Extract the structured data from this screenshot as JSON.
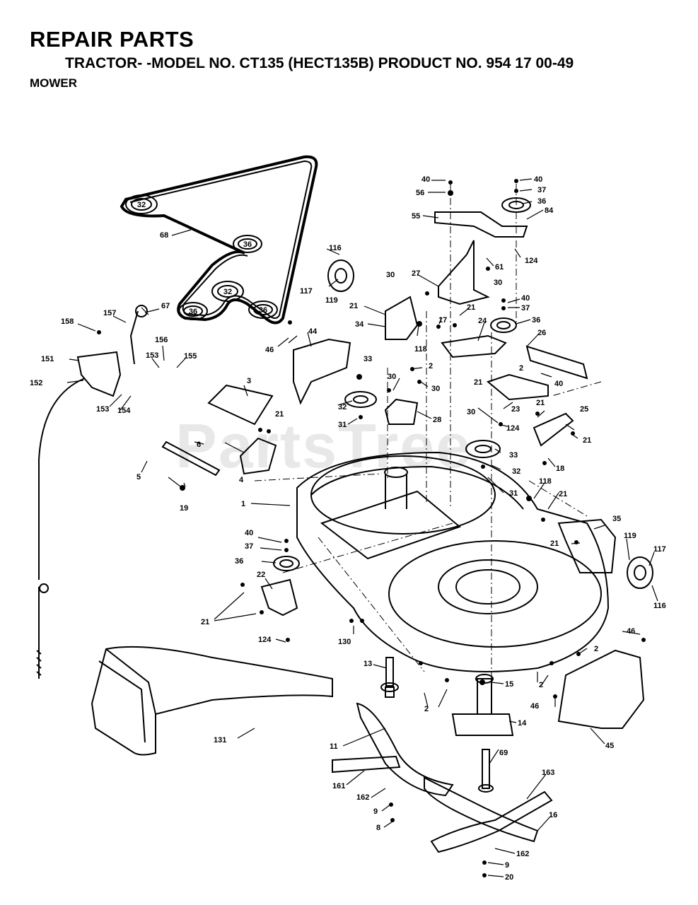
{
  "header": {
    "title": "REPAIR PARTS",
    "subtitle": "TRACTOR- -MODEL NO. CT135 (HECT135B) PRODUCT NO. 954 17 00-49",
    "section": "MOWER"
  },
  "watermark": "PartsTree",
  "belt_pulley_labels": [
    "32",
    "36",
    "32",
    "36",
    "36"
  ],
  "part_numbers": {
    "p1": "1",
    "p2a": "2",
    "p2b": "2",
    "p2c": "2",
    "p2d": "2",
    "p2e": "2",
    "p3": "3",
    "p4": "4",
    "p5": "5",
    "p6": "6",
    "p8": "8",
    "p9a": "9",
    "p9b": "9",
    "p11": "11",
    "p13": "13",
    "p14": "14",
    "p15": "15",
    "p16": "16",
    "p17": "17",
    "p18": "18",
    "p19": "19",
    "p20": "20",
    "p21a": "21",
    "p21b": "21",
    "p21c": "21",
    "p21d": "21",
    "p21e": "21",
    "p21f": "21",
    "p21g": "21",
    "p21h": "21",
    "p22": "22",
    "p23": "23",
    "p24": "24",
    "p25": "25",
    "p26": "26",
    "p27": "27",
    "p28": "28",
    "p30a": "30",
    "p30b": "30",
    "p30c": "30",
    "p30d": "30",
    "p31a": "31",
    "p31b": "31",
    "p32a": "32",
    "p32b": "32",
    "p33a": "33",
    "p33b": "33",
    "p34": "34",
    "p35": "35",
    "p36a": "36",
    "p36b": "36",
    "p36c": "36",
    "p37a": "37",
    "p37b": "37",
    "p37c": "37",
    "p40a": "40",
    "p40b": "40",
    "p40c": "40",
    "p40d": "40",
    "p40e": "40",
    "p44": "44",
    "p45": "45",
    "p46a": "46",
    "p46b": "46",
    "p46c": "46",
    "p55": "55",
    "p56": "56",
    "p61": "61",
    "p67": "67",
    "p68": "68",
    "p69": "69",
    "p84": "84",
    "p116a": "116",
    "p116b": "116",
    "p117a": "117",
    "p117b": "117",
    "p118a": "118",
    "p118b": "118",
    "p119a": "119",
    "p119b": "119",
    "p124a": "124",
    "p124b": "124",
    "p124c": "124",
    "p130": "130",
    "p131": "131",
    "p151": "151",
    "p152": "152",
    "p153a": "153",
    "p153b": "153",
    "p154": "154",
    "p155": "155",
    "p156": "156",
    "p157": "157",
    "p158": "158",
    "p161": "161",
    "p162a": "162",
    "p162b": "162",
    "p163": "163"
  }
}
